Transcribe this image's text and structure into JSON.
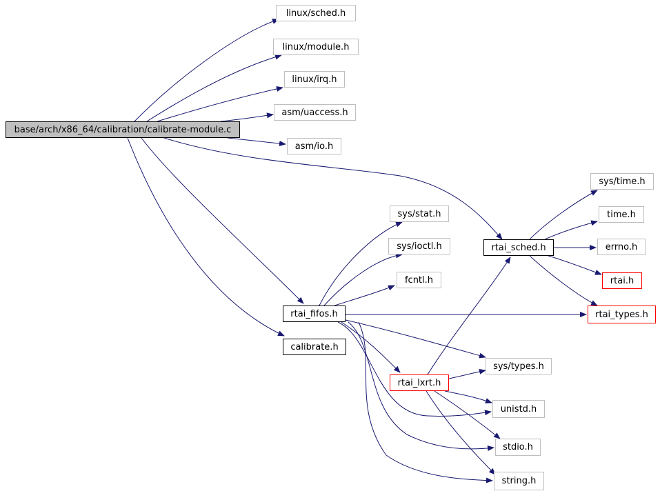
{
  "graph": {
    "edge_color": "#191970",
    "border_colors": {
      "external": "#bfbfbf",
      "documented": "#000000",
      "incomplete": "#ff0000"
    },
    "root_fill": "#bfbfbf",
    "nodes": {
      "root": "base/arch/x86_64/calibration/calibrate-module.c",
      "linux_sched": "linux/sched.h",
      "linux_module": "linux/module.h",
      "linux_irq": "linux/irq.h",
      "asm_uaccess": "asm/uaccess.h",
      "asm_io": "asm/io.h",
      "sys_time": "sys/time.h",
      "time": "time.h",
      "rtai_sched": "rtai_sched.h",
      "errno": "errno.h",
      "rtai": "rtai.h",
      "sys_stat": "sys/stat.h",
      "sys_ioctl": "sys/ioctl.h",
      "fcntl": "fcntl.h",
      "rtai_fifos": "rtai_fifos.h",
      "rtai_types": "rtai_types.h",
      "calibrate": "calibrate.h",
      "sys_types": "sys/types.h",
      "rtai_lxrt": "rtai_lxrt.h",
      "unistd": "unistd.h",
      "stdio": "stdio.h",
      "string": "string.h"
    }
  }
}
